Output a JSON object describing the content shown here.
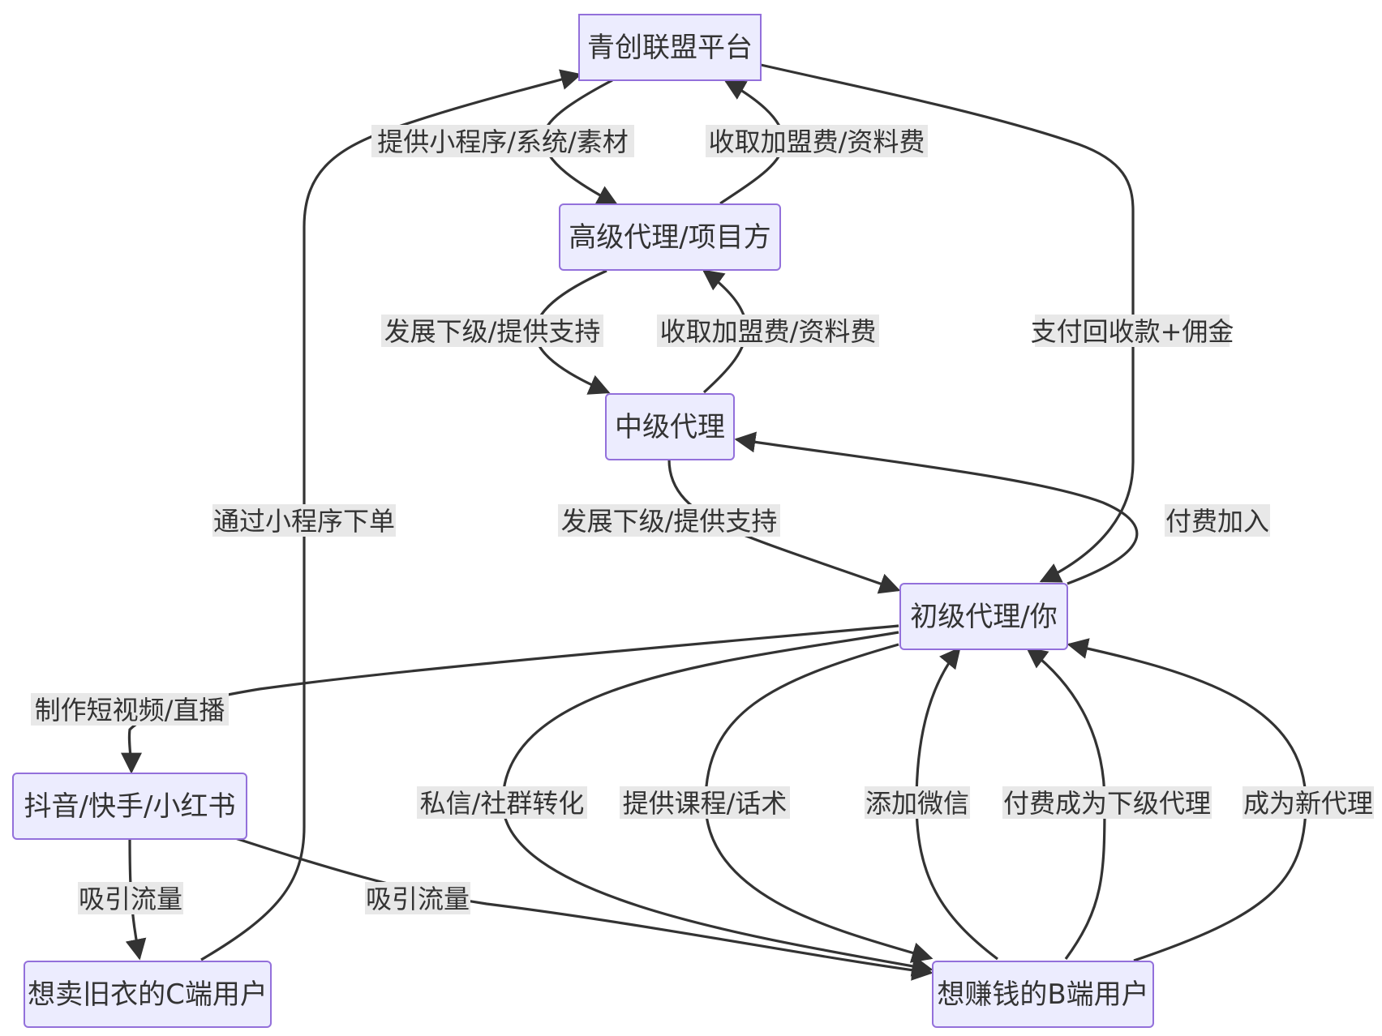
{
  "nodes": {
    "platform": "青创联盟平台",
    "senior": "高级代理/项目方",
    "middle": "中级代理",
    "junior": "初级代理/你",
    "social": "抖音/快手/小红书",
    "c_user": "想卖旧衣的C端用户",
    "b_user": "想赚钱的B端用户"
  },
  "edges": {
    "platform_to_senior": "提供小程序/系统/素材",
    "senior_to_platform": "收取加盟费/资料费",
    "senior_to_middle": "发展下级/提供支持",
    "middle_to_senior": "收取加盟费/资料费",
    "platform_to_junior": "支付回收款+佣金",
    "c_to_platform": "通过小程序下单",
    "middle_to_junior": "发展下级/提供支持",
    "junior_to_middle": "付费加入",
    "junior_to_social": "制作短视频/直播",
    "social_to_c": "吸引流量",
    "social_to_b": "吸引流量",
    "junior_to_b_1": "私信/社群转化",
    "junior_to_b_2": "提供课程/话术",
    "b_to_junior_1": "添加微信",
    "b_to_junior_2": "付费成为下级代理",
    "b_to_junior_3": "成为新代理"
  }
}
